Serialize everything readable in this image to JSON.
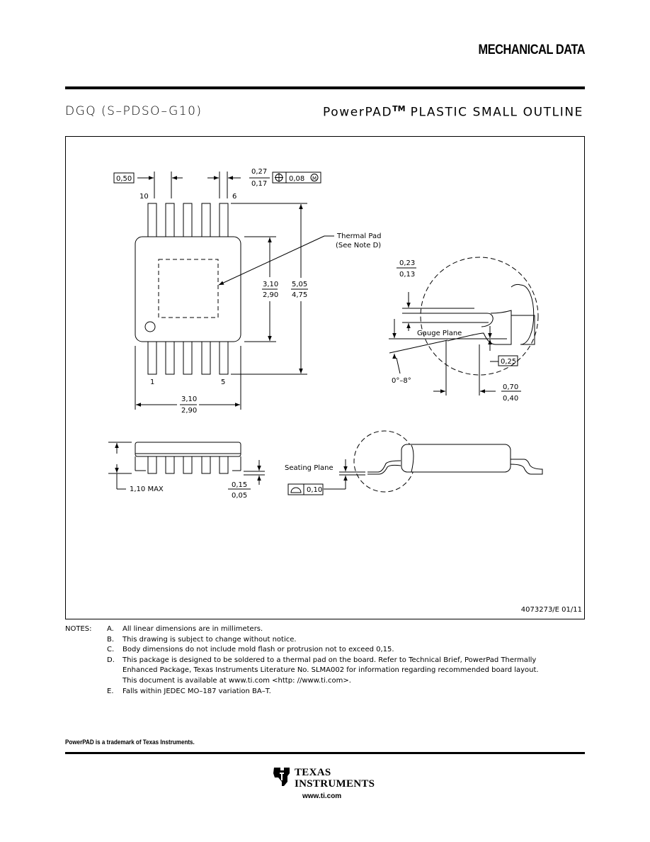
{
  "header": {
    "title": "MECHANICAL DATA",
    "package_id": "DGQ (S–PDSO–G10)",
    "package_desc_prefix": "PowerPAD",
    "package_desc_tm": "TM",
    "package_desc_suffix": " PLASTIC SMALL OUTLINE"
  },
  "drawing": {
    "pitch": "0,50",
    "pin_10": "10",
    "pin_6": "6",
    "pin_1": "1",
    "pin_5": "5",
    "lead_width_max": "0,27",
    "lead_width_min": "0,17",
    "position_tol": "0,08",
    "position_symbol": "⊕",
    "mmc_symbol": "M",
    "thermal_pad_1": "Thermal Pad",
    "thermal_pad_2": "(See Note D)",
    "body_w_max": "3,10",
    "body_w_min": "2,90",
    "total_l_max": "5,05",
    "total_l_min": "4,75",
    "body_len_max": "3,10",
    "body_len_min": "2,90",
    "lead_thk_max": "0,23",
    "lead_thk_min": "0,13",
    "gauge_plane": "Gauge Plane",
    "gauge_dim": "0,25",
    "angle": "0°–8°",
    "foot_max": "0,70",
    "foot_min": "0,40",
    "height_max": "1,10 MAX",
    "standoff_max": "0,15",
    "standoff_min": "0,05",
    "seating_plane": "Seating Plane",
    "coplanarity": "0,10",
    "drawing_id": "4073273/E 01/11"
  },
  "notes": {
    "heading": "NOTES:",
    "items": [
      {
        "letter": "A.",
        "text": "All linear dimensions are in millimeters."
      },
      {
        "letter": "B.",
        "text": "This drawing is subject to change without notice."
      },
      {
        "letter": "C.",
        "text": "Body dimensions do not include mold flash or protrusion not to exceed 0,15."
      },
      {
        "letter": "D.",
        "text": "This package is designed to be soldered to a thermal pad on the board.  Refer to Technical Brief, PowerPad Thermally Enhanced Package, Texas Instruments Literature No. SLMA002 for information regarding recommended board layout.  This document is available at www.ti.com <http: //www.ti.com>."
      },
      {
        "letter": "E.",
        "text": "Falls within JEDEC MO–187 variation BA–T."
      }
    ]
  },
  "footer": {
    "trademark": "PowerPAD is a trademark of Texas Instruments.",
    "company_line1": "TEXAS",
    "company_line2": "INSTRUMENTS",
    "url": "www.ti.com"
  }
}
